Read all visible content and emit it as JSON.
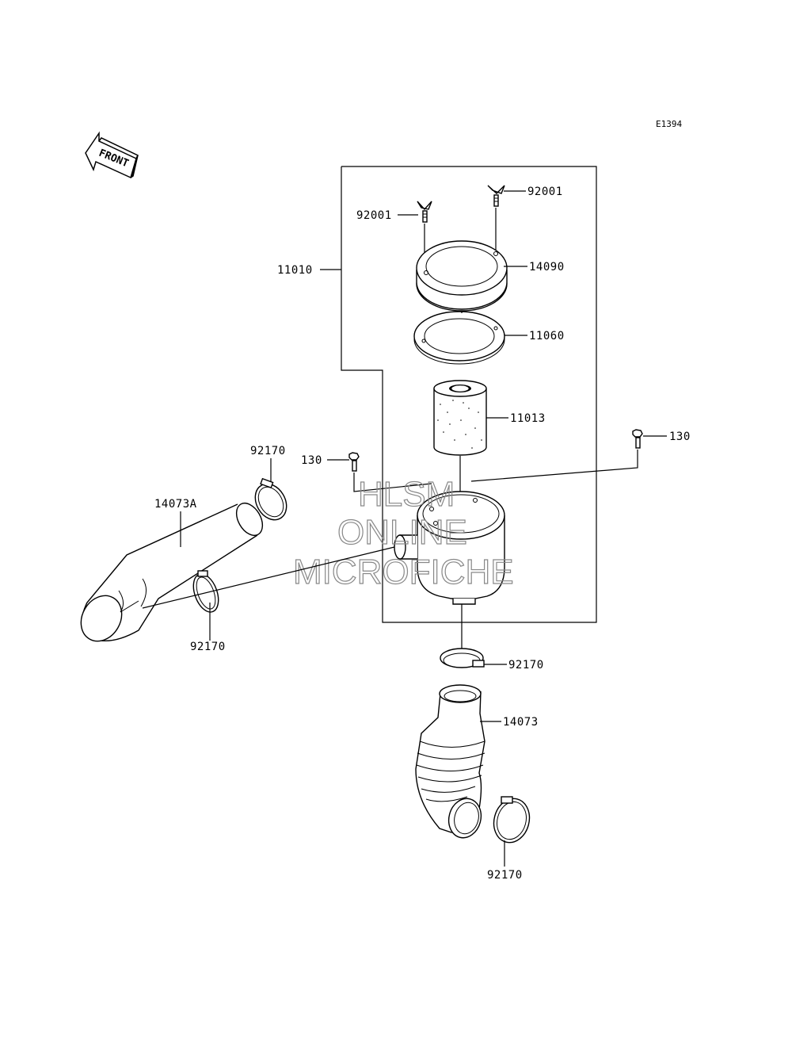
{
  "diagram_code": "E1394",
  "front_label": "FRONT",
  "watermark": [
    "HLSM",
    "ONLINE",
    "MICROFICHE"
  ],
  "callouts": {
    "c92001_left": "92001",
    "c92001_right": "92001",
    "c14090": "14090",
    "c11010": "11010",
    "c11060": "11060",
    "c11013": "11013",
    "c130_left": "130",
    "c130_right": "130",
    "c92170_top": "92170",
    "c14073A": "14073A",
    "c92170_left": "92170",
    "c92170_mid": "92170",
    "c14073": "14073",
    "c92170_bottom": "92170"
  }
}
